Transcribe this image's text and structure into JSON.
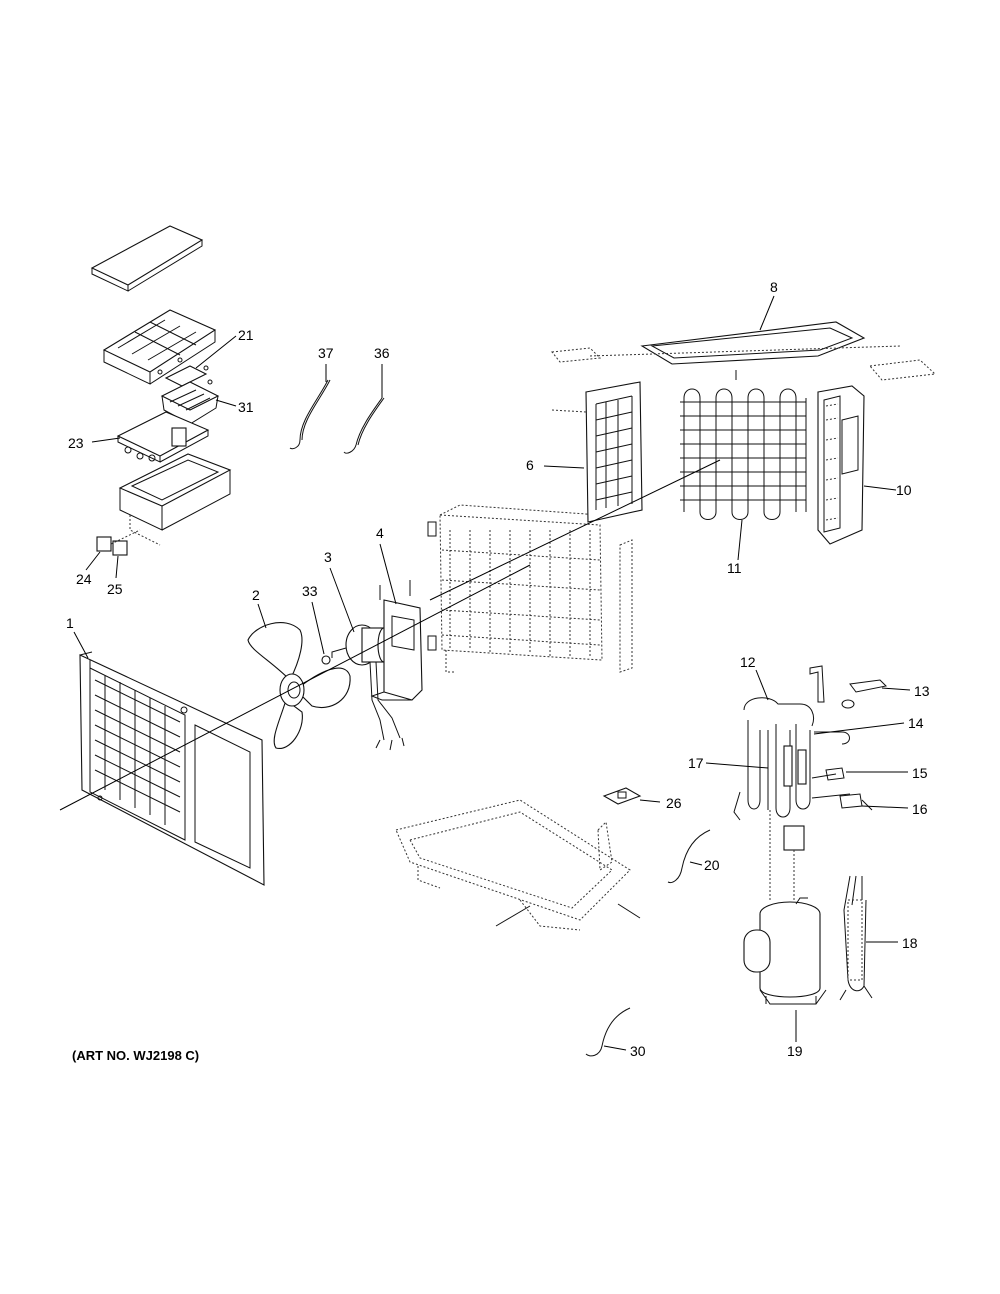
{
  "art_number": "(ART NO. WJ2198 C)",
  "callouts": {
    "c1": "1",
    "c2": "2",
    "c3": "3",
    "c4": "4",
    "c6": "6",
    "c8": "8",
    "c10": "10",
    "c11": "11",
    "c12": "12",
    "c13": "13",
    "c14": "14",
    "c15": "15",
    "c16": "16",
    "c17": "17",
    "c18": "18",
    "c19": "19",
    "c20": "20",
    "c21": "21",
    "c23": "23",
    "c24": "24",
    "c25": "25",
    "c26": "26",
    "c30": "30",
    "c31": "31",
    "c33": "33",
    "c36": "36",
    "c37": "37"
  }
}
